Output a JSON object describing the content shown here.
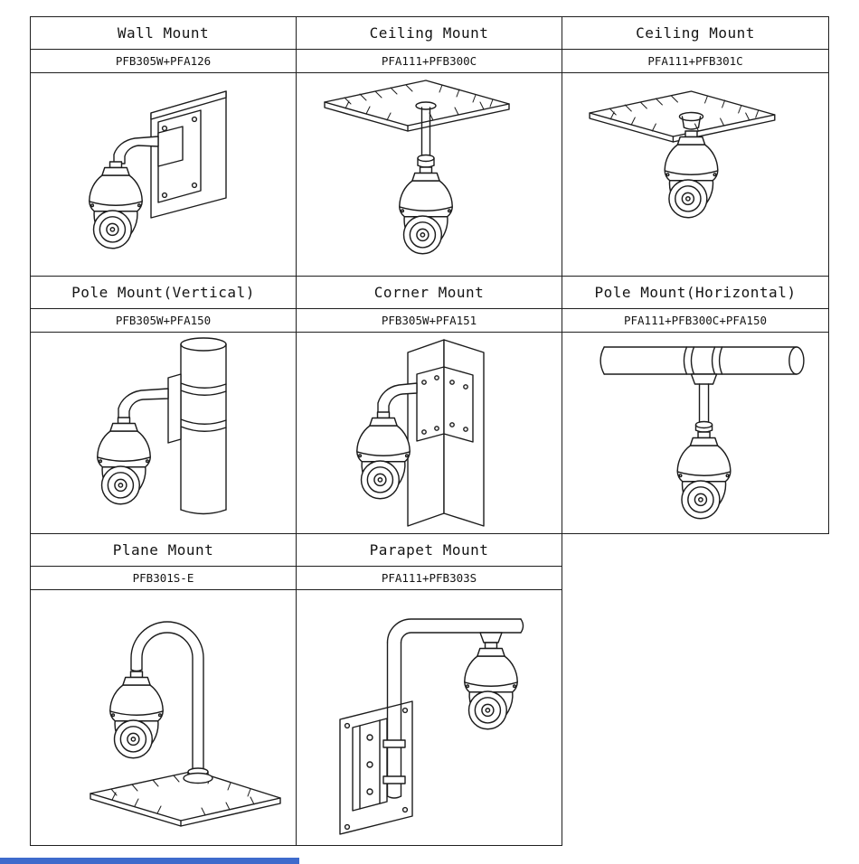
{
  "page": {
    "background": "#ffffff",
    "border_color": "#1f1f1f",
    "line_color": "#1c1c1c"
  },
  "accent": {
    "bottom_bar_color": "#3e6bcc"
  },
  "cells": [
    {
      "title": "Wall Mount",
      "part": "PFB305W+PFA126",
      "diagram": "wall-mount-camera-drawing"
    },
    {
      "title": "Ceiling Mount",
      "part": "PFA111+PFB300C",
      "diagram": "ceiling-pole-mount-camera-drawing"
    },
    {
      "title": "Ceiling Mount",
      "part": "PFA111+PFB301C",
      "diagram": "ceiling-direct-mount-camera-drawing"
    },
    {
      "title": "Pole Mount(Vertical)",
      "part": "PFB305W+PFA150",
      "diagram": "vertical-pole-mount-camera-drawing"
    },
    {
      "title": "Corner Mount",
      "part": "PFB305W+PFA151",
      "diagram": "corner-mount-camera-drawing"
    },
    {
      "title": "Pole Mount(Horizontal)",
      "part": "PFA111+PFB300C+PFA150",
      "diagram": "horizontal-pole-mount-camera-drawing"
    },
    {
      "title": "Plane Mount",
      "part": "PFB301S-E",
      "diagram": "plane-gooseneck-mount-camera-drawing"
    },
    {
      "title": "Parapet Mount",
      "part": "PFA111+PFB303S",
      "diagram": "parapet-mount-camera-drawing"
    }
  ]
}
